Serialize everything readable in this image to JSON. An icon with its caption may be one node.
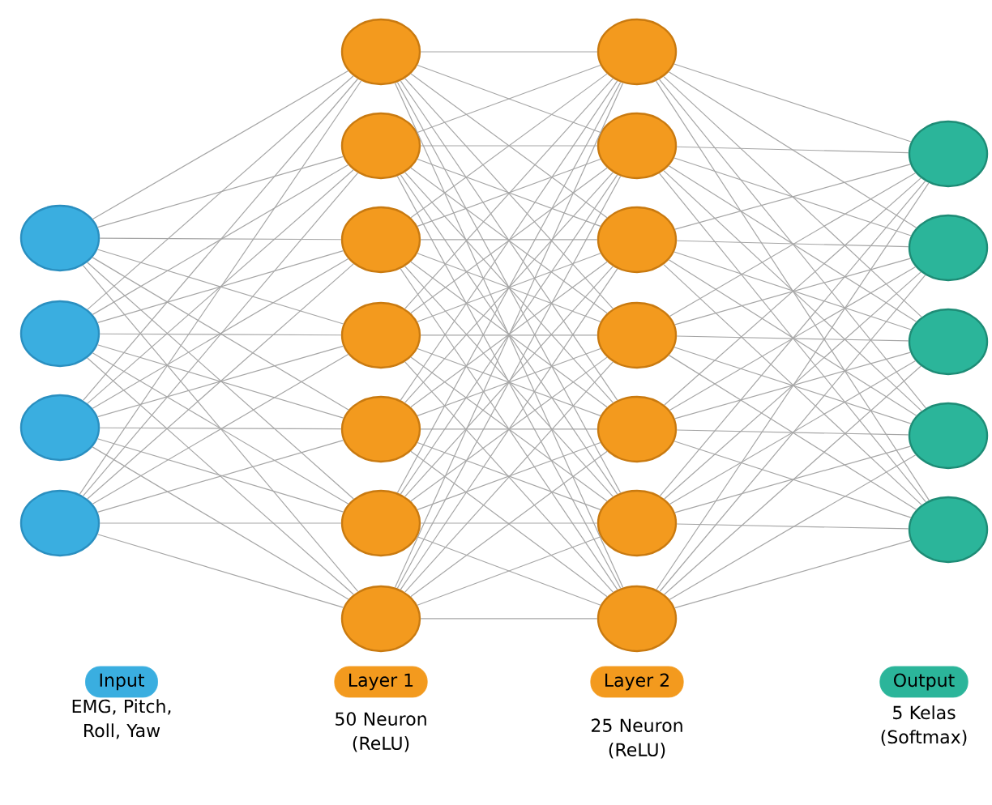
{
  "diagram": {
    "nodes": [
      {
        "text": [],
        "shape": "circle"
      },
      {
        "text": [],
        "shape": "circle"
      },
      {
        "text": [],
        "shape": "circle"
      },
      {
        "text": [],
        "shape": "circle"
      },
      {
        "text": [],
        "shape": "circle"
      },
      {
        "text": [],
        "shape": "circle"
      },
      {
        "text": [],
        "shape": "circle"
      },
      {
        "text": [],
        "shape": "circle"
      },
      {
        "text": [],
        "shape": "circle"
      },
      {
        "text": [],
        "shape": "circle"
      },
      {
        "text": [],
        "shape": "circle"
      },
      {
        "text": [],
        "shape": "circle"
      },
      {
        "text": [],
        "shape": "circle"
      },
      {
        "text": [],
        "shape": "circle"
      },
      {
        "text": [],
        "shape": "circle"
      },
      {
        "text": [],
        "shape": "circle"
      },
      {
        "text": [],
        "shape": "circle"
      },
      {
        "text": [],
        "shape": "circle"
      },
      {
        "text": [],
        "shape": "circle"
      },
      {
        "text": [],
        "shape": "circle"
      },
      {
        "text": [],
        "shape": "circle"
      },
      {
        "text": [],
        "shape": "circle"
      },
      {
        "text": [],
        "shape": "circle"
      },
      {
        "text": [
          "Input"
        ],
        "beside": [
          "EMG, Pitch, Roll, Yaw"
        ]
      },
      {
        "text": [
          "Layer 1"
        ],
        "beside": [
          "50 Neuron (ReLU)"
        ]
      },
      {
        "text": [
          "Layer 2"
        ],
        "beside": [
          "25 Neuron (ReLU)"
        ]
      },
      {
        "text": [
          "Output"
        ],
        "beside": [
          "5 Kelas (Softmax)"
        ]
      }
    ],
    "edges": [
      {
        "from": 0,
        "to": 4,
        "arrow": "none"
      },
      {
        "from": 0,
        "to": 5,
        "arrow": "none"
      },
      {
        "from": 0,
        "to": 6,
        "arrow": "none"
      },
      {
        "from": 0,
        "to": 7,
        "arrow": "none"
      },
      {
        "from": 0,
        "to": 8,
        "arrow": "none"
      },
      {
        "from": 0,
        "to": 9,
        "arrow": "none"
      },
      {
        "from": 0,
        "to": 10,
        "arrow": "none"
      },
      {
        "from": 1,
        "to": 4,
        "arrow": "none"
      },
      {
        "from": 1,
        "to": 5,
        "arrow": "none"
      },
      {
        "from": 1,
        "to": 6,
        "arrow": "none"
      },
      {
        "from": 1,
        "to": 7,
        "arrow": "none"
      },
      {
        "from": 1,
        "to": 8,
        "arrow": "none"
      },
      {
        "from": 1,
        "to": 9,
        "arrow": "none"
      },
      {
        "from": 1,
        "to": 10,
        "arrow": "none"
      },
      {
        "from": 2,
        "to": 4,
        "arrow": "none"
      },
      {
        "from": 2,
        "to": 5,
        "arrow": "none"
      },
      {
        "from": 2,
        "to": 6,
        "arrow": "none"
      },
      {
        "from": 2,
        "to": 7,
        "arrow": "none"
      },
      {
        "from": 2,
        "to": 8,
        "arrow": "none"
      },
      {
        "from": 2,
        "to": 9,
        "arrow": "none"
      },
      {
        "from": 2,
        "to": 10,
        "arrow": "none"
      },
      {
        "from": 3,
        "to": 4,
        "arrow": "none"
      },
      {
        "from": 3,
        "to": 5,
        "arrow": "none"
      },
      {
        "from": 3,
        "to": 6,
        "arrow": "none"
      },
      {
        "from": 3,
        "to": 7,
        "arrow": "none"
      },
      {
        "from": 3,
        "to": 8,
        "arrow": "none"
      },
      {
        "from": 3,
        "to": 9,
        "arrow": "none"
      },
      {
        "from": 3,
        "to": 10,
        "arrow": "none"
      },
      {
        "from": 4,
        "to": 11,
        "arrow": "none"
      },
      {
        "from": 4,
        "to": 12,
        "arrow": "none"
      },
      {
        "from": 4,
        "to": 13,
        "arrow": "none"
      },
      {
        "from": 4,
        "to": 14,
        "arrow": "none"
      },
      {
        "from": 4,
        "to": 15,
        "arrow": "none"
      },
      {
        "from": 4,
        "to": 16,
        "arrow": "none"
      },
      {
        "from": 4,
        "to": 17,
        "arrow": "none"
      },
      {
        "from": 5,
        "to": 11,
        "arrow": "none"
      },
      {
        "from": 5,
        "to": 12,
        "arrow": "none"
      },
      {
        "from": 5,
        "to": 13,
        "arrow": "none"
      },
      {
        "from": 5,
        "to": 14,
        "arrow": "none"
      },
      {
        "from": 5,
        "to": 15,
        "arrow": "none"
      },
      {
        "from": 5,
        "to": 16,
        "arrow": "none"
      },
      {
        "from": 5,
        "to": 17,
        "arrow": "none"
      },
      {
        "from": 6,
        "to": 11,
        "arrow": "none"
      },
      {
        "from": 6,
        "to": 12,
        "arrow": "none"
      },
      {
        "from": 6,
        "to": 13,
        "arrow": "none"
      },
      {
        "from": 6,
        "to": 14,
        "arrow": "none"
      },
      {
        "from": 6,
        "to": 15,
        "arrow": "none"
      },
      {
        "from": 6,
        "to": 16,
        "arrow": "none"
      },
      {
        "from": 6,
        "to": 17,
        "arrow": "none"
      },
      {
        "from": 7,
        "to": 11,
        "arrow": "none"
      },
      {
        "from": 7,
        "to": 12,
        "arrow": "none"
      },
      {
        "from": 7,
        "to": 13,
        "arrow": "none"
      },
      {
        "from": 7,
        "to": 14,
        "arrow": "none"
      },
      {
        "from": 7,
        "to": 15,
        "arrow": "none"
      },
      {
        "from": 7,
        "to": 16,
        "arrow": "none"
      },
      {
        "from": 7,
        "to": 17,
        "arrow": "none"
      },
      {
        "from": 8,
        "to": 11,
        "arrow": "none"
      },
      {
        "from": 8,
        "to": 12,
        "arrow": "none"
      },
      {
        "from": 8,
        "to": 13,
        "arrow": "none"
      },
      {
        "from": 8,
        "to": 14,
        "arrow": "none"
      },
      {
        "from": 8,
        "to": 15,
        "arrow": "none"
      },
      {
        "from": 8,
        "to": 16,
        "arrow": "none"
      },
      {
        "from": 8,
        "to": 17,
        "arrow": "none"
      },
      {
        "from": 9,
        "to": 11,
        "arrow": "none"
      },
      {
        "from": 9,
        "to": 12,
        "arrow": "none"
      },
      {
        "from": 9,
        "to": 13,
        "arrow": "none"
      },
      {
        "from": 9,
        "to": 14,
        "arrow": "none"
      },
      {
        "from": 9,
        "to": 15,
        "arrow": "none"
      },
      {
        "from": 9,
        "to": 16,
        "arrow": "none"
      },
      {
        "from": 9,
        "to": 17,
        "arrow": "none"
      },
      {
        "from": 10,
        "to": 11,
        "arrow": "none"
      },
      {
        "from": 10,
        "to": 12,
        "arrow": "none"
      },
      {
        "from": 10,
        "to": 13,
        "arrow": "none"
      },
      {
        "from": 10,
        "to": 14,
        "arrow": "none"
      },
      {
        "from": 10,
        "to": 15,
        "arrow": "none"
      },
      {
        "from": 10,
        "to": 16,
        "arrow": "none"
      },
      {
        "from": 10,
        "to": 17,
        "arrow": "none"
      },
      {
        "from": 11,
        "to": 18,
        "arrow": "none"
      },
      {
        "from": 11,
        "to": 19,
        "arrow": "none"
      },
      {
        "from": 11,
        "to": 20,
        "arrow": "none"
      },
      {
        "from": 11,
        "to": 21,
        "arrow": "none"
      },
      {
        "from": 11,
        "to": 22,
        "arrow": "none"
      },
      {
        "from": 12,
        "to": 18,
        "arrow": "none"
      },
      {
        "from": 12,
        "to": 19,
        "arrow": "none"
      },
      {
        "from": 12,
        "to": 20,
        "arrow": "none"
      },
      {
        "from": 12,
        "to": 21,
        "arrow": "none"
      },
      {
        "from": 12,
        "to": 22,
        "arrow": "none"
      },
      {
        "from": 13,
        "to": 18,
        "arrow": "none"
      },
      {
        "from": 13,
        "to": 19,
        "arrow": "none"
      },
      {
        "from": 13,
        "to": 20,
        "arrow": "none"
      },
      {
        "from": 13,
        "to": 21,
        "arrow": "none"
      },
      {
        "from": 13,
        "to": 22,
        "arrow": "none"
      },
      {
        "from": 14,
        "to": 18,
        "arrow": "none"
      },
      {
        "from": 14,
        "to": 19,
        "arrow": "none"
      },
      {
        "from": 14,
        "to": 20,
        "arrow": "none"
      },
      {
        "from": 14,
        "to": 21,
        "arrow": "none"
      },
      {
        "from": 14,
        "to": 22,
        "arrow": "none"
      },
      {
        "from": 15,
        "to": 18,
        "arrow": "none"
      },
      {
        "from": 15,
        "to": 19,
        "arrow": "none"
      },
      {
        "from": 15,
        "to": 20,
        "arrow": "none"
      },
      {
        "from": 15,
        "to": 21,
        "arrow": "none"
      },
      {
        "from": 15,
        "to": 22,
        "arrow": "none"
      },
      {
        "from": 16,
        "to": 18,
        "arrow": "none"
      },
      {
        "from": 16,
        "to": 19,
        "arrow": "none"
      },
      {
        "from": 16,
        "to": 20,
        "arrow": "none"
      },
      {
        "from": 16,
        "to": 21,
        "arrow": "none"
      },
      {
        "from": 16,
        "to": 22,
        "arrow": "none"
      },
      {
        "from": 17,
        "to": 18,
        "arrow": "none"
      },
      {
        "from": 17,
        "to": 19,
        "arrow": "none"
      },
      {
        "from": 17,
        "to": 20,
        "arrow": "none"
      },
      {
        "from": 17,
        "to": 21,
        "arrow": "none"
      },
      {
        "from": 17,
        "to": 22,
        "arrow": "none"
      }
    ]
  }
}
